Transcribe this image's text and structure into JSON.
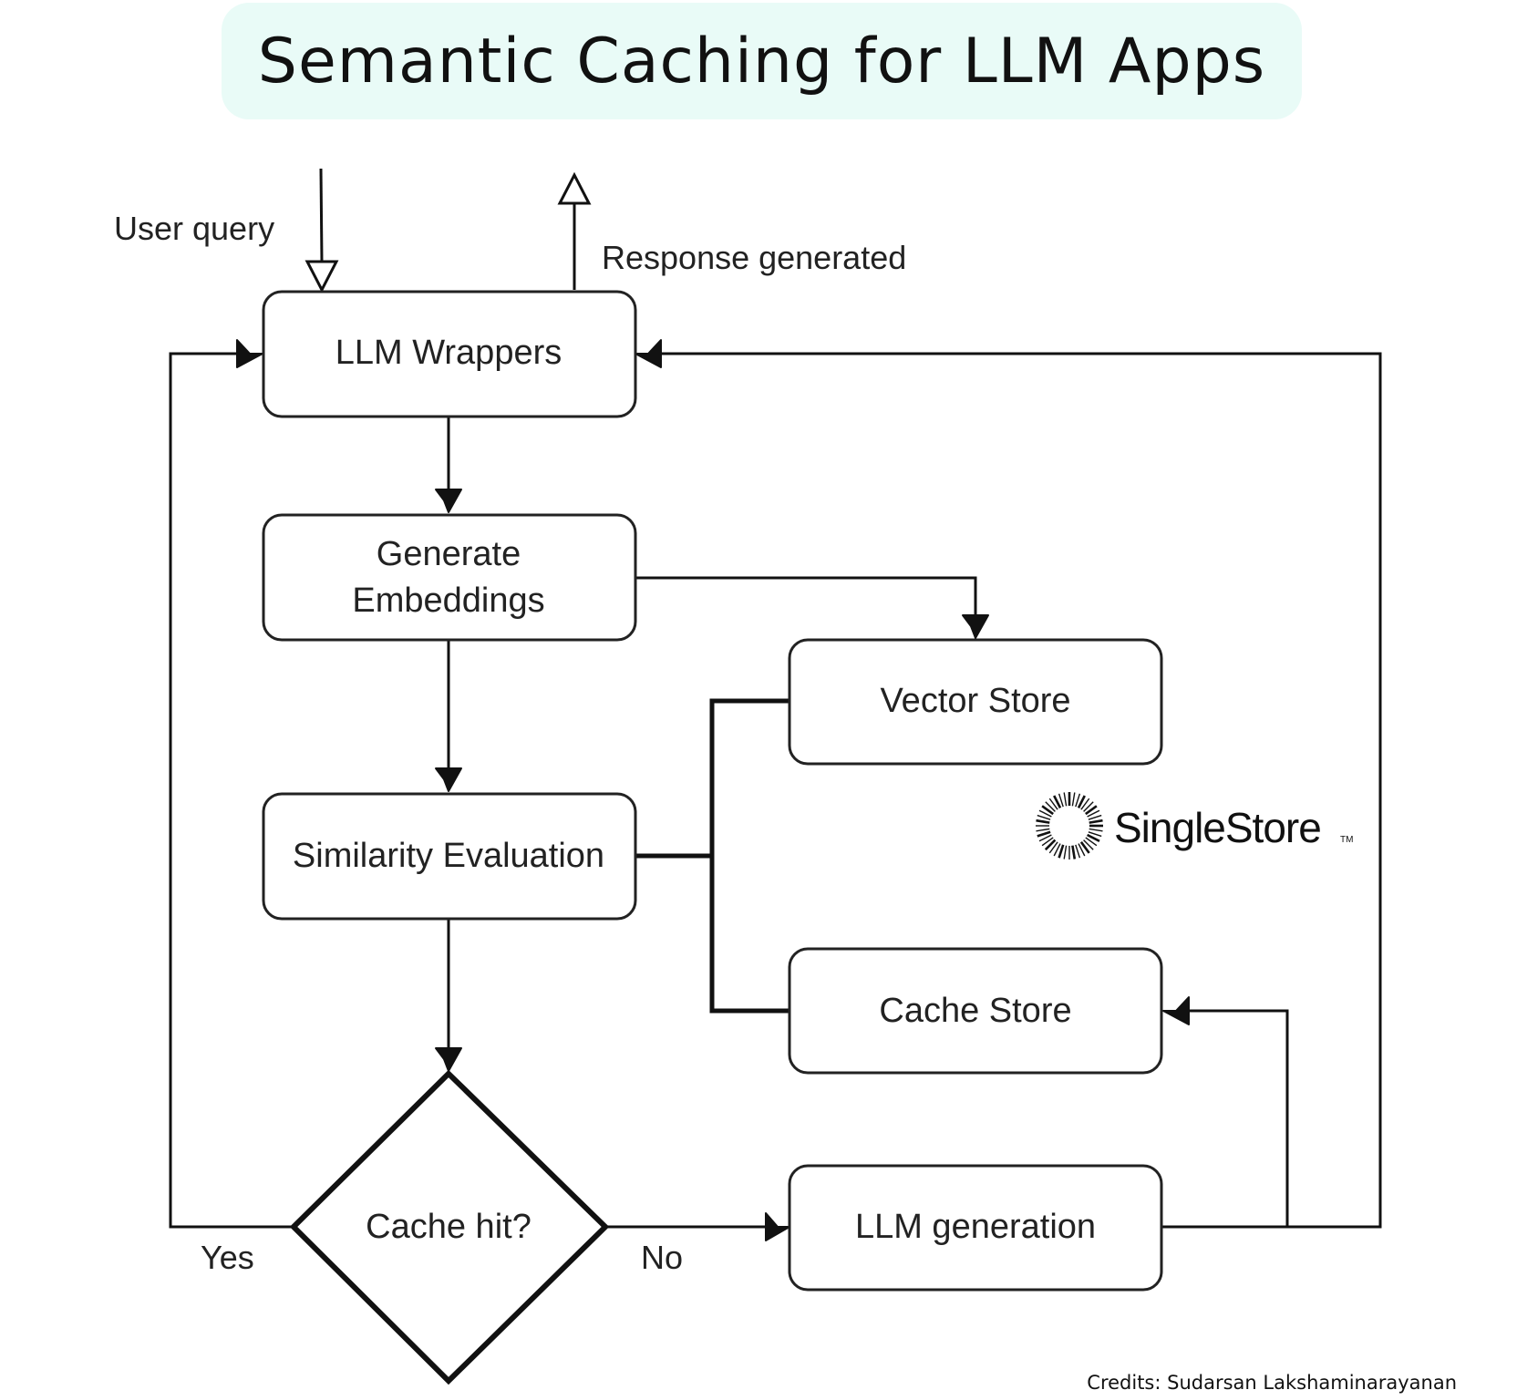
{
  "title": "Semantic Caching for LLM Apps",
  "nodes": {
    "llm_wrappers": "LLM Wrappers",
    "generate_embeddings_line1": "Generate",
    "generate_embeddings_line2": "Embeddings",
    "similarity_evaluation": "Similarity Evaluation",
    "cache_hit": "Cache hit?",
    "vector_store": "Vector Store",
    "cache_store": "Cache Store",
    "llm_generation": "LLM generation"
  },
  "edges": {
    "user_query": "User query",
    "response_generated": "Response generated",
    "yes": "Yes",
    "no": "No"
  },
  "logo": {
    "name": "SingleStore",
    "tm": "TM"
  },
  "credits": "Credits: Sudarsan Lakshaminarayanan",
  "colors": {
    "title_background": "#e9fbf7",
    "stroke": "#111111"
  }
}
